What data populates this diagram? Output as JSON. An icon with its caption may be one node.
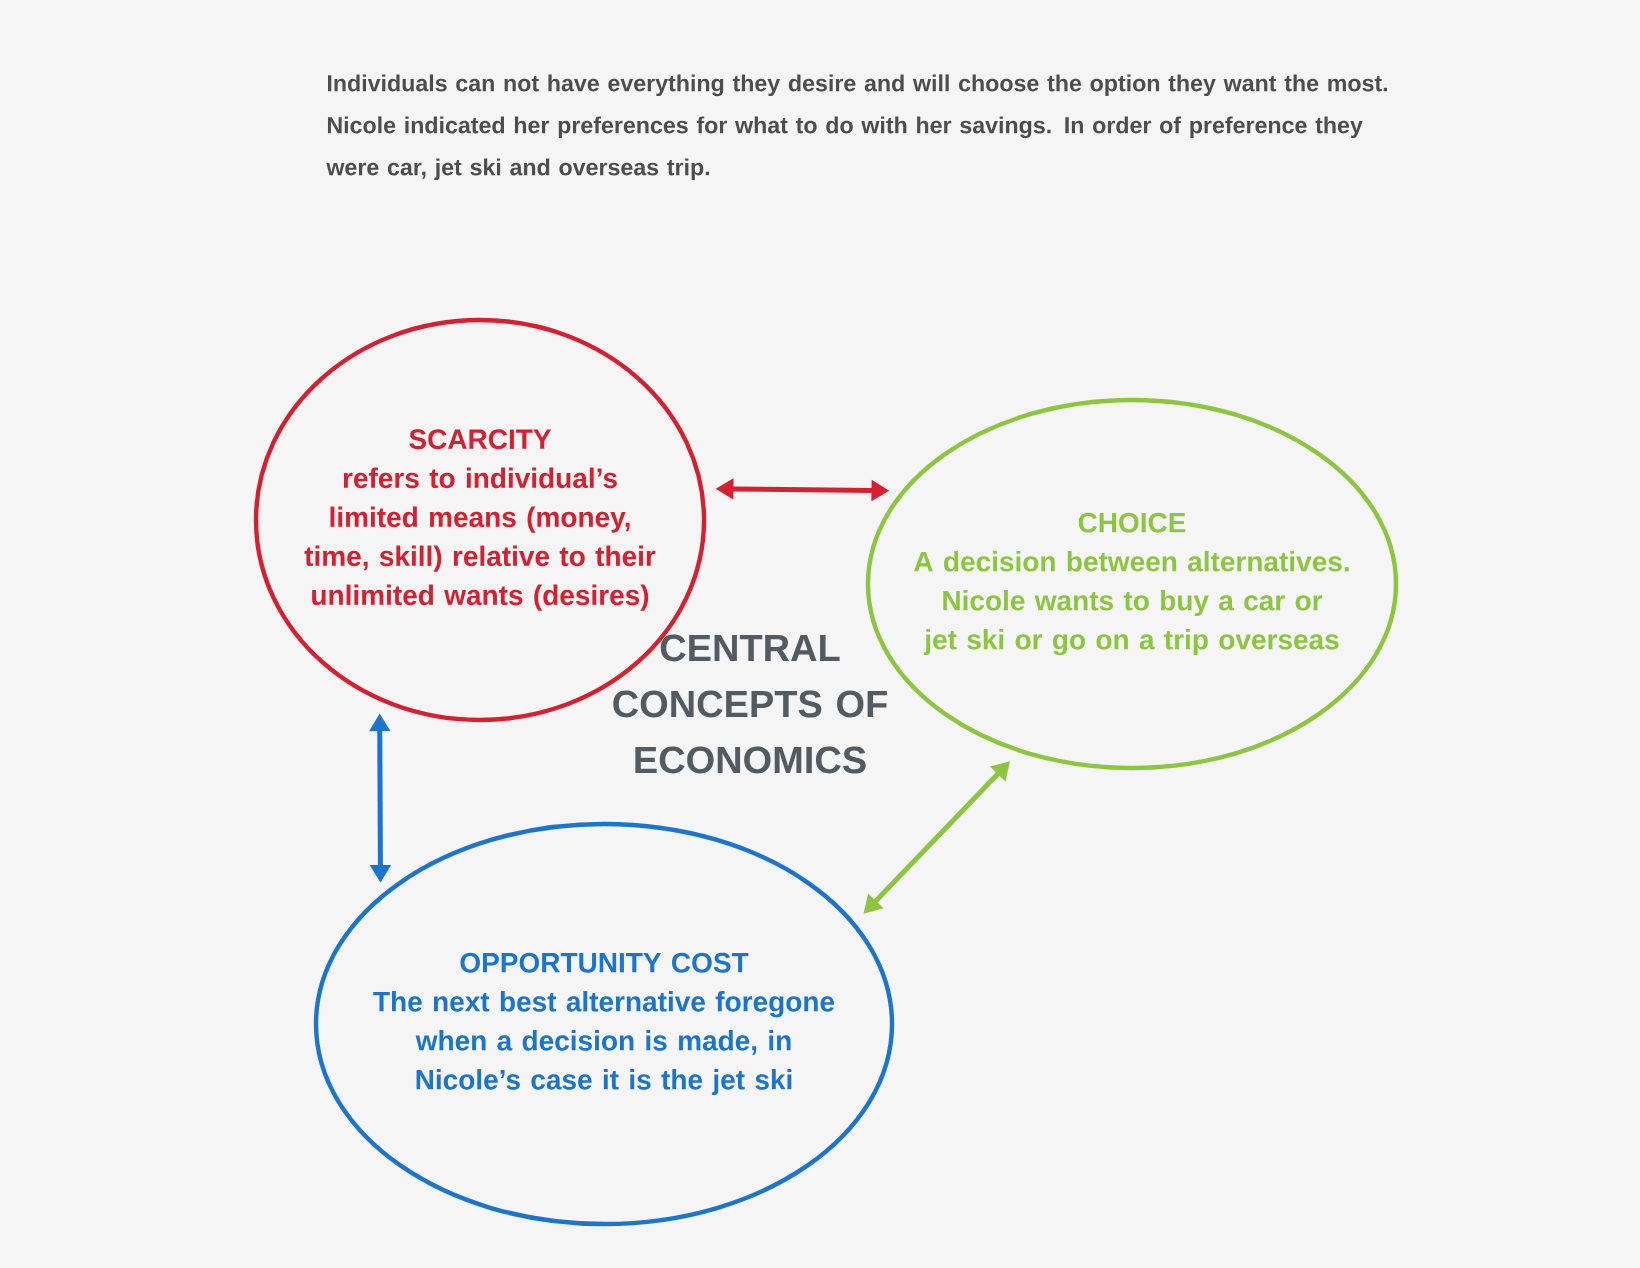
{
  "diagram": {
    "title": "Individuals can not have everything they desire and will choose the option they want the most. Nicole indicated her preferences for what to do with her savings. In order of preference they were car, jet ski and overseas trip.",
    "nodes": [
      {
        "text": [
          "SCARCITY",
          "refers to individual’s limited means (money, time, skill) relative to their unlimited wants (desires)"
        ]
      },
      {
        "text": [
          "CHOICE",
          "A decision between alternatives. Nicole wants to buy a car or jet ski or go on a trip overseas"
        ]
      },
      {
        "text": [
          "OPPORTUNITY COST",
          "The next best alternative foregone when a decision is made, in Nicole’s case it is the jet ski"
        ]
      }
    ],
    "edges": [
      {
        "from": 0,
        "to": 1,
        "arrow": "both",
        "color": "#d71f30"
      },
      {
        "from": 0,
        "to": 2,
        "arrow": "both",
        "color": "#1b75d0"
      },
      {
        "from": 1,
        "to": 2,
        "arrow": "both",
        "color": "#8cc63f"
      }
    ],
    "labels": [
      "CENTRAL CONCEPTS OF ECONOMICS"
    ]
  }
}
